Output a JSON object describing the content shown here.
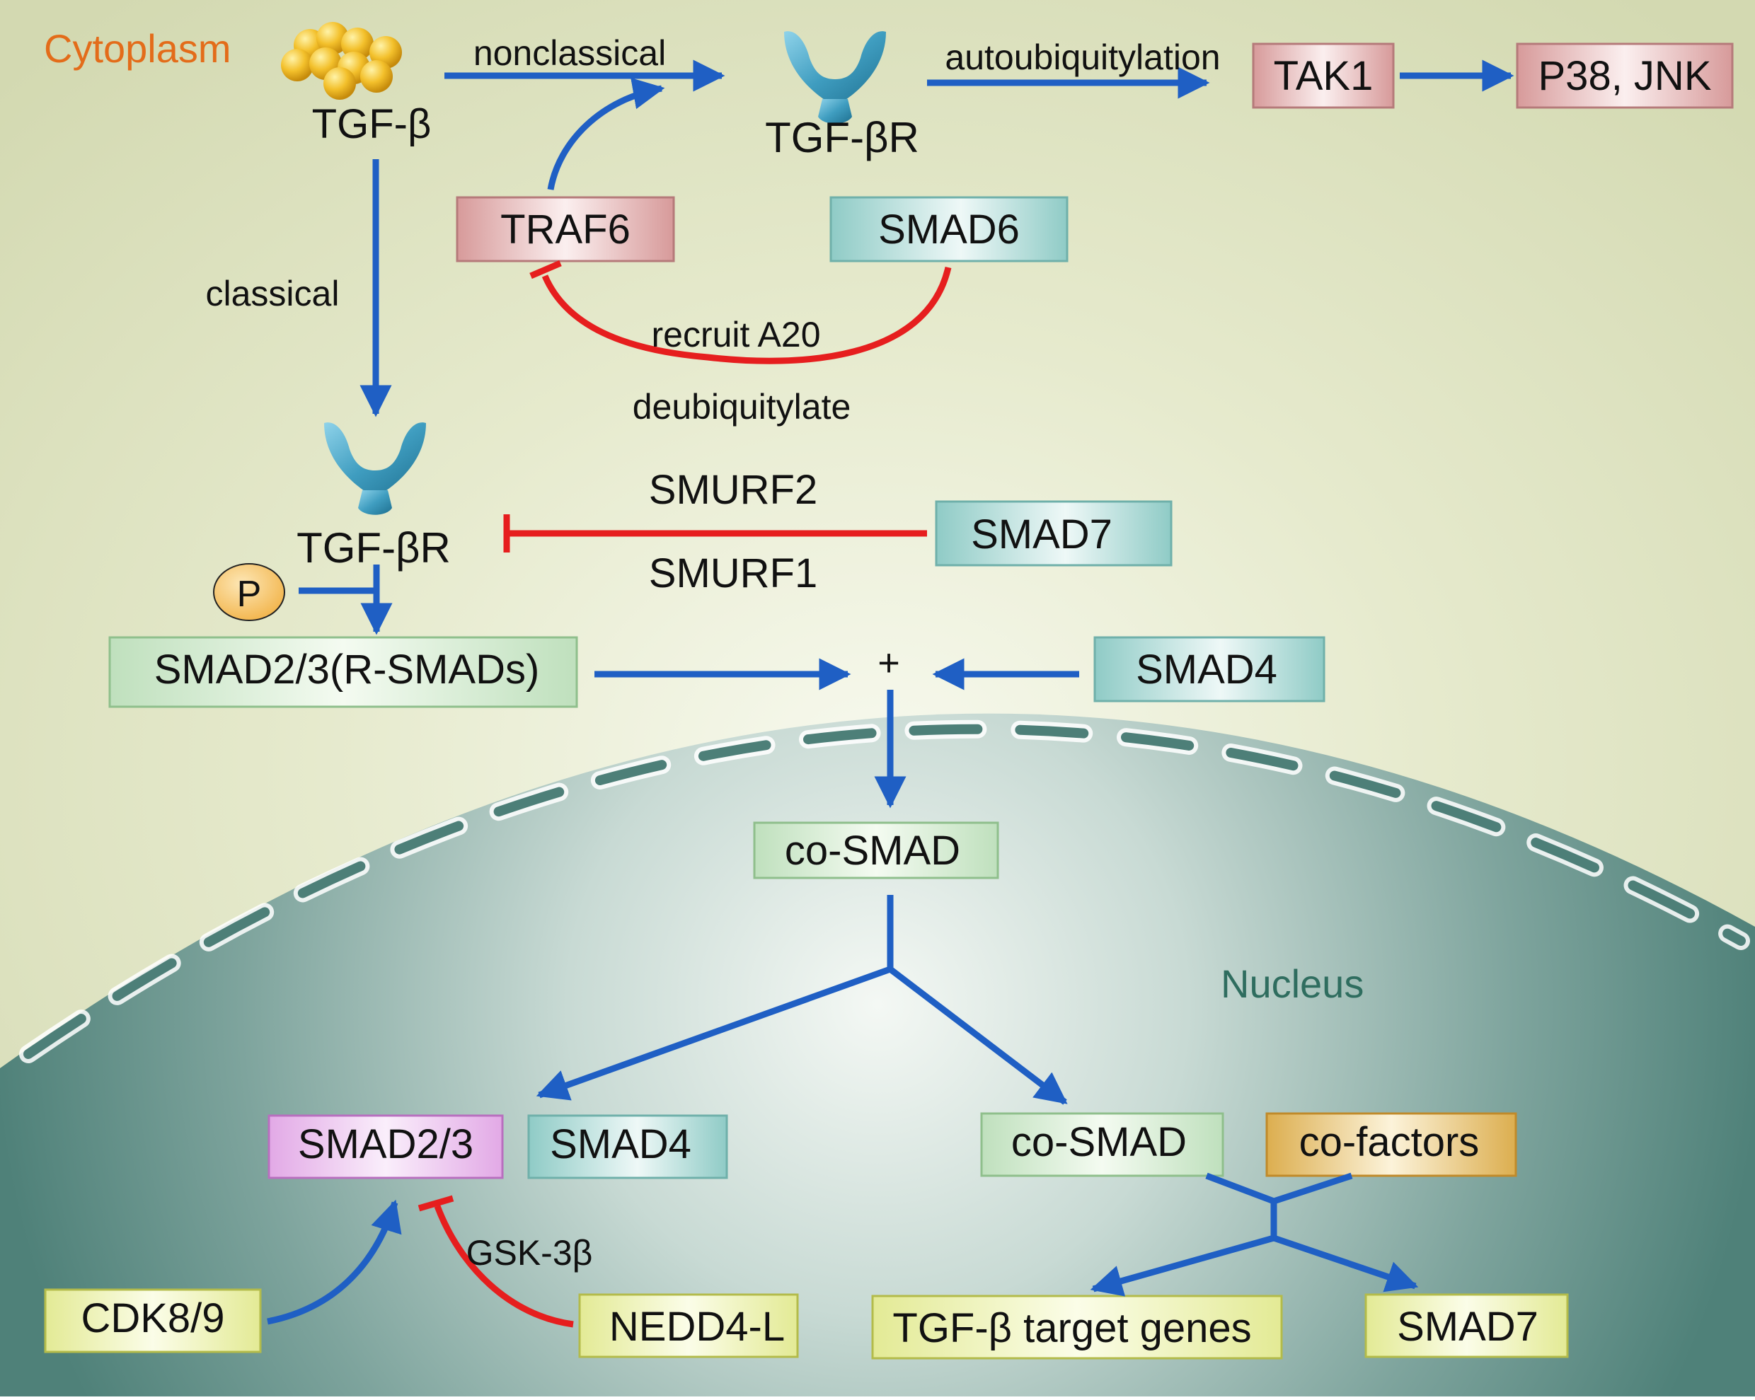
{
  "regions": {
    "cytoplasm": "Cytoplasm",
    "nucleus": "Nucleus"
  },
  "molecules": {
    "ligand": "TGF-β",
    "receptor_top": "TGF-βR",
    "receptor_left": "TGF-βR",
    "phosphate": "P"
  },
  "boxes": {
    "tak1": "TAK1",
    "p38_jnk": "P38, JNK",
    "traf6": "TRAF6",
    "smad6": "SMAD6",
    "smad7_cyto": "SMAD7",
    "smad23_rsmads": "SMAD2/3(R-SMADs)",
    "smad4_cyto": "SMAD4",
    "cosmad_entry": "co-SMAD",
    "smad23_nuc": "SMAD2/3",
    "smad4_nuc": "SMAD4",
    "cosmad_nuc": "co-SMAD",
    "cofactors": "co-factors",
    "cdk89": "CDK8/9",
    "nedd4l": "NEDD4-L",
    "target_genes": "TGF-β target genes",
    "smad7_nuc": "SMAD7"
  },
  "edge_labels": {
    "nonclassical": "nonclassical",
    "autoubiquitylation": "autoubiquitylation",
    "classical": "classical",
    "recruit_a20": "recruit A20",
    "deubiquitylate": "deubiquitylate",
    "smurf2": "SMURF2",
    "smurf1": "SMURF1",
    "plus": "+",
    "gsk3b": "GSK-3β"
  },
  "colors": {
    "activation_arrow": "#1f5fc4",
    "inhibition_arrow": "#e61e1e",
    "cytoplasm_label": "#e36c1a",
    "nucleus_label": "#2f6d5f",
    "nucleus_fill": "#4d7f78",
    "cytoplasm_fill": "#d7dcb8"
  }
}
